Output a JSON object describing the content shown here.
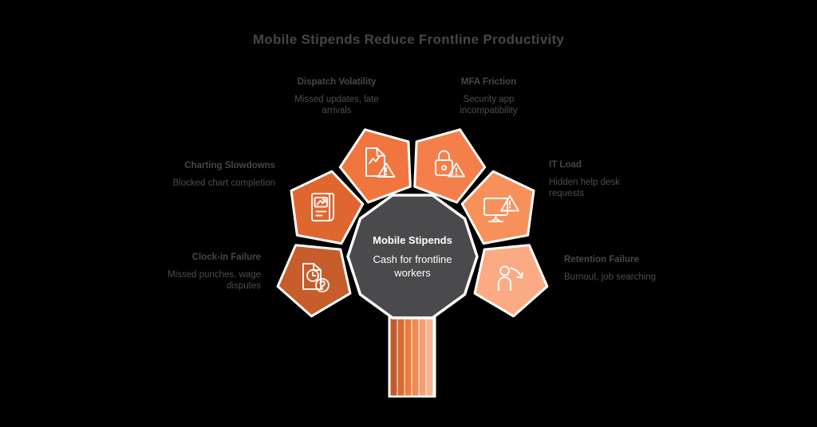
{
  "title": "Mobile Stipends Reduce Frontline Productivity",
  "center": {
    "heading": "Mobile Stipends",
    "description": "Cash for frontline workers",
    "fill": "#4a4a4c",
    "text_color": "#ffffff"
  },
  "nodes": [
    {
      "id": "dispatch-volatility",
      "label": "Dispatch Volatility",
      "description": "Missed updates, late arrivals",
      "icon": "document-warning-icon",
      "color": "#f0753e"
    },
    {
      "id": "mfa-friction",
      "label": "MFA Friction",
      "description": "Security app incompatibility",
      "icon": "lock-warning-icon",
      "color": "#f57f4a"
    },
    {
      "id": "charting-slowdowns",
      "label": "Charting Slowdowns",
      "description": "Blocked chart completion",
      "icon": "chart-document-icon",
      "color": "#e0662f"
    },
    {
      "id": "it-load",
      "label": "IT Load",
      "description": "Hidden help desk requests",
      "icon": "monitor-warning-icon",
      "color": "#f8905c"
    },
    {
      "id": "clock-in-failure",
      "label": "Clock-in Failure",
      "description": "Missed punches, wage disputes",
      "icon": "document-clock-question-icon",
      "color": "#c65d2a"
    },
    {
      "id": "retention-failure",
      "label": "Retention Failure",
      "description": "Burnout, job searching",
      "icon": "person-decline-icon",
      "color": "#fbab84"
    }
  ],
  "stem": {
    "stripes": [
      "#c05b2b",
      "#da6a31",
      "#ee7a3f",
      "#f28950",
      "#f69e71",
      "#f9b28d"
    ]
  },
  "colors": {
    "background": "#000000",
    "title_text": "#43464a",
    "label_heading": "#45474b",
    "label_body": "#4b4d51",
    "outline": "#ffffff"
  }
}
